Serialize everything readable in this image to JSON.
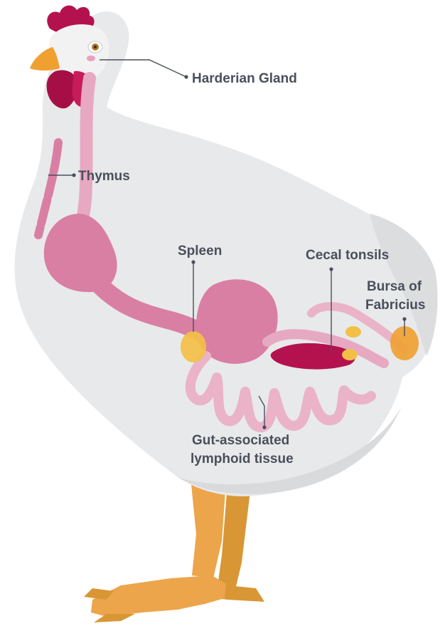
{
  "labels": {
    "harderian_gland": "Harderian Gland",
    "thymus": "Thymus",
    "spleen": "Spleen",
    "cecal_tonsils": "Cecal tonsils",
    "bursa_line1": "Bursa of",
    "bursa_line2": "Fabricius",
    "galt_line1": "Gut-associated",
    "galt_line2": "lymphoid tissue"
  },
  "colors": {
    "body": "#e8e9ea",
    "body_shade": "#d9dadc",
    "organ_pink": "#d97fa3",
    "organ_light": "#eab3c8",
    "comb_red": "#b3124f",
    "beak_orange": "#f0a030",
    "leg_orange": "#eca54a",
    "lymph_yellow": "#f3c047",
    "label_text": "#4a4f5c"
  }
}
